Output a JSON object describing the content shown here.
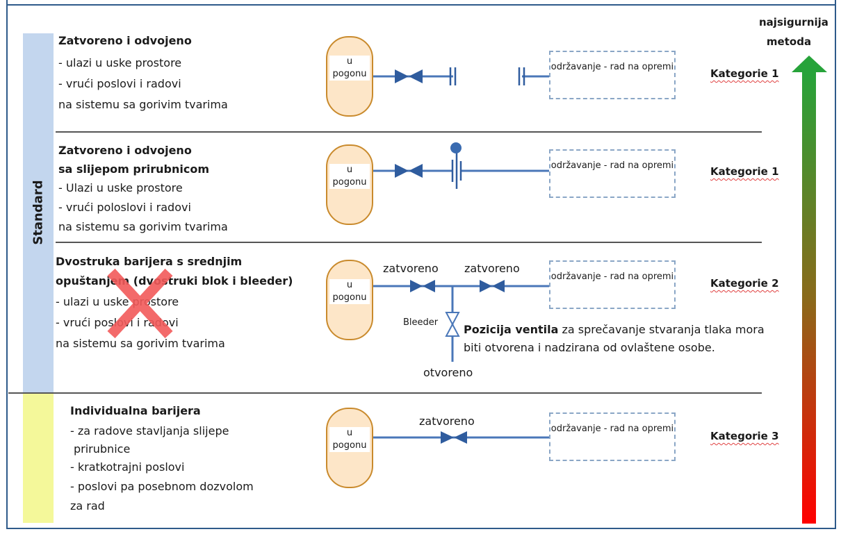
{
  "top_right_label": "najsigurnija metoda",
  "side_label": "Standard",
  "colors": {
    "standard_band": "#c3d6ee",
    "individual_band": "#f4f89a",
    "vessel_fill": "#fde6c8",
    "vessel_border": "#c98a2c",
    "pipe": "#4a77b8",
    "valve": "#2f5c9e",
    "cross": "#f25a5a",
    "arrow_top": "#27a33a",
    "arrow_bottom": "#ff0000"
  },
  "rows": [
    {
      "title_lines": [
        "Zatvoreno i odvojeno"
      ],
      "lines": [
        "- ulazi u uske prostore",
        "- vrući poslovi i radovi",
        "na sistemu sa gorivim tvarima"
      ],
      "vessel_label": "u pogonu",
      "maintenance_label": "održavanje - rad na opremi",
      "category": "Kategorie 1"
    },
    {
      "title_lines": [
        "Zatvoreno i odvojeno",
        "sa slijepom prirubnicom"
      ],
      "lines": [
        "- Ulazi u uske prostore",
        "- vrući poloslovi i radovi",
        "na sistemu sa gorivim tvarima"
      ],
      "vessel_label": "u pogonu",
      "maintenance_label": "održavanje - rad na opremi",
      "category": "Kategorie 1"
    },
    {
      "title_lines": [
        "Dvostruka barijera s srednjim",
        "opuštanjem (dvostruki blok i bleeder)"
      ],
      "lines": [
        "- ulazi u uske prostore",
        "- vrući poslovi i radovi",
        "na sistemu sa gorivim tvarima"
      ],
      "vessel_label": "u pogonu",
      "maintenance_label": "održavanje - rad na opremi",
      "category": "Kategorie 2",
      "valve_state_left": "zatvoreno",
      "valve_state_right": "zatvoreno",
      "bleeder_label": "Bleeder",
      "bleeder_state": "otvoreno",
      "note_bold": "Pozicija ventila",
      "note_rest_line1": " za sprečavanje stvaranja tlaka mora",
      "note_line2": "biti otvorena i nadzirana od ovlaštene osobe."
    },
    {
      "title_lines": [
        "Individualna barijera"
      ],
      "lines": [
        "- za radove stavljanja slijepe",
        "prirubnice",
        "- kratkotrajni poslovi",
        "- poslovi pa posebnom dozvolom",
        "za rad"
      ],
      "vessel_label": "u pogonu",
      "maintenance_label": "održavanje - rad na opremi",
      "category": "Kategorie 3",
      "valve_state": "zatvoreno"
    }
  ]
}
